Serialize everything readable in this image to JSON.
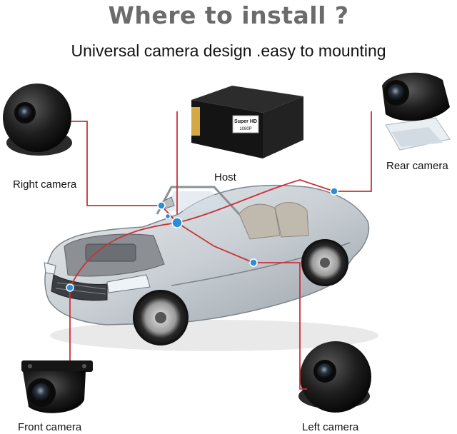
{
  "title": "Where to install ?",
  "subtitle": "Universal camera design .easy to mounting",
  "labels": {
    "host": "Host",
    "right_camera": "Right camera",
    "rear_camera": "Rear camera",
    "front_camera": "Front camera",
    "left_camera": "Left camera"
  },
  "host_box": {
    "line1": "Super HD",
    "line2": "1080P"
  },
  "colors": {
    "title": "#6b6b6b",
    "wire": "#c8323a",
    "marker": "#2a8fd6",
    "camera_body": "#1a1a1a"
  }
}
